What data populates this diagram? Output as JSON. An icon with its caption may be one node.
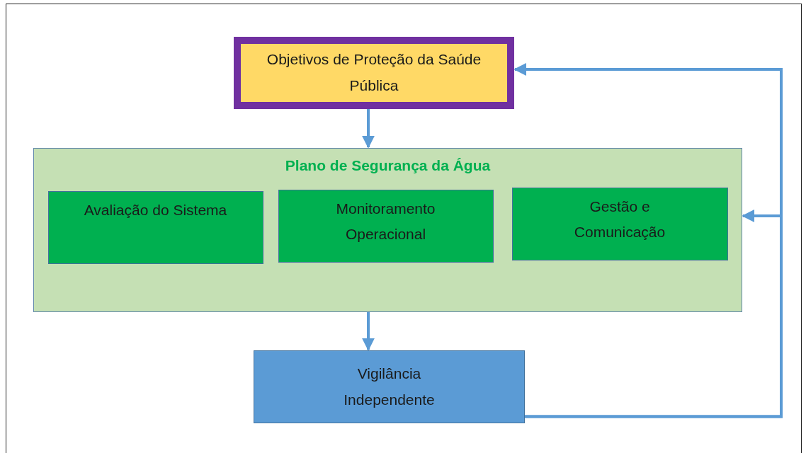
{
  "diagram": {
    "nodes": [
      {
        "text": [
          "Objetivos de Proteção da Saúde Pública"
        ]
      },
      {
        "text": [
          "Plano de Segurança da Água"
        ]
      },
      {
        "text": [
          "Avaliação do Sistema"
        ],
        "in": 1
      },
      {
        "text": [
          "Monitoramento Operacional"
        ],
        "in": 1
      },
      {
        "text": [
          "Gestão e Comunicação"
        ],
        "in": 1
      },
      {
        "text": [
          "Vigilância Independente"
        ]
      }
    ],
    "edges": [
      {
        "from": 0,
        "to": 1,
        "arrow": "to"
      },
      {
        "from": 1,
        "to": 5,
        "arrow": "to"
      },
      {
        "from": 5,
        "to": 0,
        "arrow": "to"
      },
      {
        "from": 5,
        "to": 1,
        "arrow": "to"
      }
    ]
  }
}
